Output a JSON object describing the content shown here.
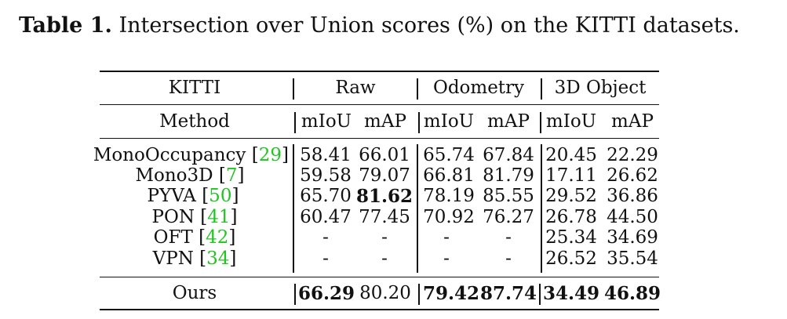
{
  "caption": {
    "label": "Table 1.",
    "text": "Intersection over Union scores (%) on the KITTI datasets."
  },
  "table": {
    "group_header": [
      "KITTI",
      "Raw",
      "Odometry",
      "3D Object"
    ],
    "column_header": [
      "Method",
      "mIoU",
      "mAP",
      "mIoU",
      "mAP",
      "mIoU",
      "mAP"
    ],
    "rows": [
      {
        "method": "MonoOccupancy",
        "ref": "29",
        "values": [
          "58.41",
          "66.01",
          "65.74",
          "67.84",
          "20.45",
          "22.29"
        ]
      },
      {
        "method": "Mono3D",
        "ref": "7",
        "values": [
          "59.58",
          "79.07",
          "66.81",
          "81.79",
          "17.11",
          "26.62"
        ]
      },
      {
        "method": "PYVA",
        "ref": "50",
        "values": [
          "65.70",
          "81.62",
          "78.19",
          "85.55",
          "29.52",
          "36.86"
        ]
      },
      {
        "method": "PON",
        "ref": "41",
        "values": [
          "60.47",
          "77.45",
          "70.92",
          "76.27",
          "26.78",
          "44.50"
        ]
      },
      {
        "method": "OFT",
        "ref": "42",
        "values": [
          "-",
          "-",
          "-",
          "-",
          "25.34",
          "34.69"
        ]
      },
      {
        "method": "VPN",
        "ref": "34",
        "values": [
          "-",
          "-",
          "-",
          "-",
          "26.52",
          "35.54"
        ]
      }
    ],
    "ours": {
      "method": "Ours",
      "values": [
        "66.29",
        "80.20",
        "79.42",
        "87.74",
        "34.49",
        "46.89"
      ]
    }
  }
}
